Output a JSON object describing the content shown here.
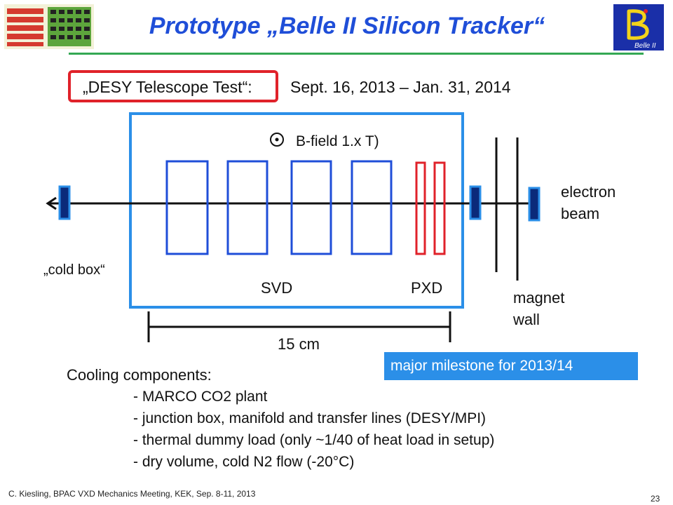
{
  "slide": {
    "title": "Prototype „Belle II Silicon Tracker“",
    "subtitle_label": "„DESY Telescope Test“:",
    "subtitle_dates": "Sept. 16, 2013 – Jan. 31, 2014",
    "footer": "C. Kiesling, BPAC VXD Mechanics Meeting, KEK, Sep. 8-11, 2013",
    "page_number": "23",
    "logo_text": "Belle II"
  },
  "diagram": {
    "bfield": "B-field 1.x T)",
    "electron_beam": [
      "electron",
      "beam"
    ],
    "cold_box": "„cold box“",
    "svd": "SVD",
    "pxd": "PXD",
    "magnet_wall": [
      "magnet",
      "wall"
    ],
    "length": "15 cm"
  },
  "milestone": "major milestone for 2013/14",
  "cooling": {
    "heading": "Cooling components:",
    "items": [
      "- MARCO CO2 plant",
      "- junction box, manifold and transfer lines (DESY/MPI)",
      "- thermal dummy load (only ~1/40 of heat load in setup)",
      "- dry volume, cold N2 flow (-20°C)"
    ]
  },
  "colors": {
    "title": "#1f4ed8",
    "svd_module": "#1f4ed8",
    "pxd_module": "#e0222a",
    "milestone_bg": "#2b8fe8",
    "rule": "#34a853"
  }
}
